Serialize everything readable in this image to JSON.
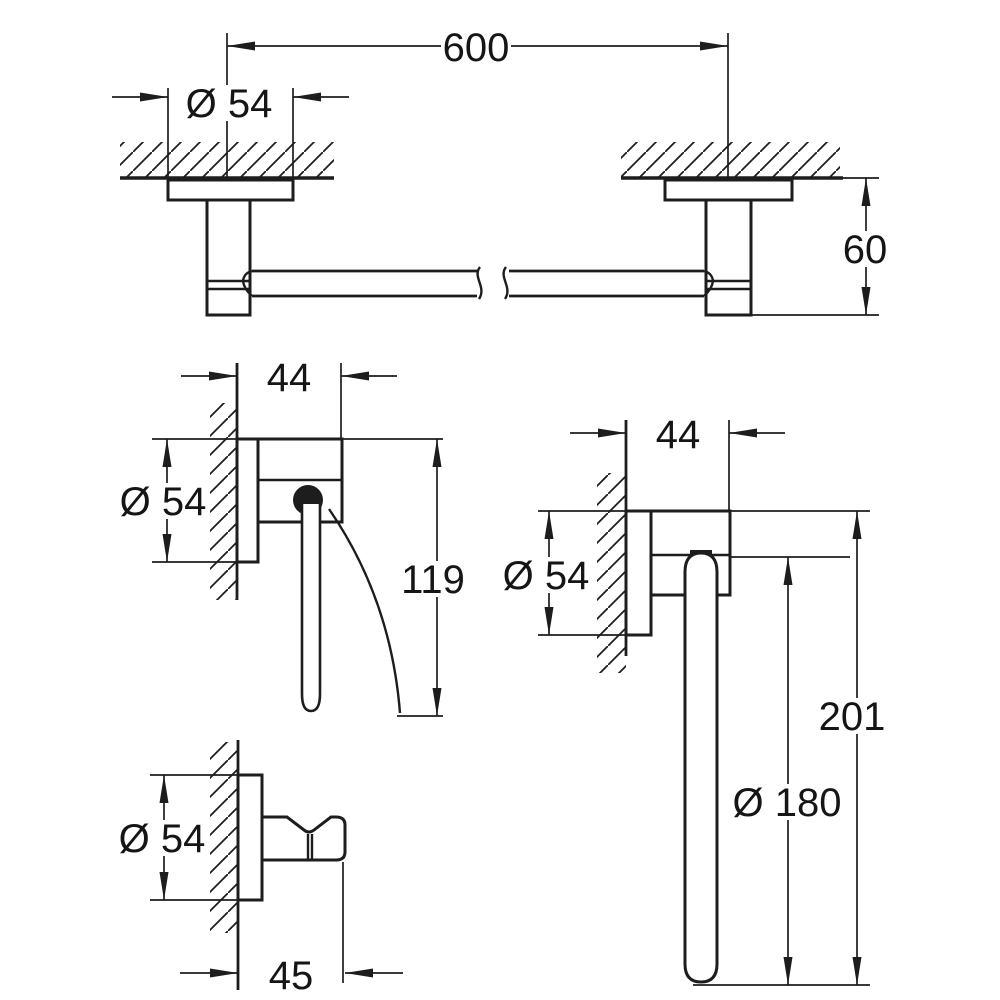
{
  "colors": {
    "line": "#1d1d1d",
    "background": "#ffffff"
  },
  "views": {
    "towel_bar": {
      "name": "towel-bar",
      "length": "600",
      "flange": "Ø 54",
      "depth": "60"
    },
    "paper_holder": {
      "name": "paper-holder",
      "projection": "44",
      "flange": "Ø 54",
      "height": "119"
    },
    "towel_ring": {
      "name": "towel-ring",
      "projection": "44",
      "flange": "Ø 54",
      "height": "201",
      "ring_diameter": "Ø 180"
    },
    "robe_hook": {
      "name": "robe-hook",
      "flange": "Ø 54",
      "projection": "45"
    }
  }
}
